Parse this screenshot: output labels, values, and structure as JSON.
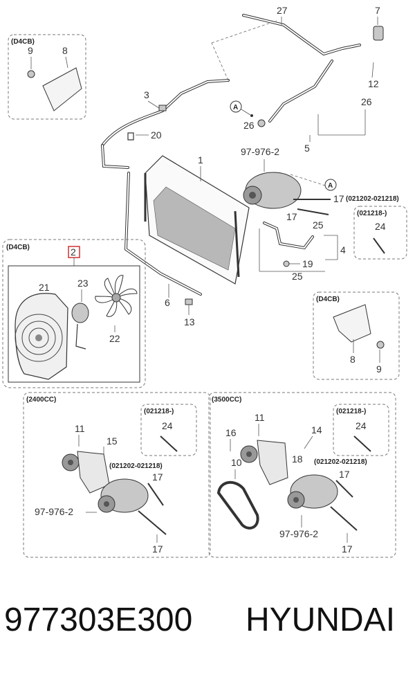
{
  "callouts": {
    "c1": "1",
    "c2": "2",
    "c3": "3",
    "c4": "4",
    "c5": "5",
    "c6": "6",
    "c7": "7",
    "c8": "8",
    "c9": "9",
    "c10": "10",
    "c11": "11",
    "c12": "12",
    "c13": "13",
    "c14": "14",
    "c15": "15",
    "c16": "16",
    "c17": "17",
    "c18": "18",
    "c19": "19",
    "c20": "20",
    "c21": "21",
    "c22": "22",
    "c23": "23",
    "c24": "24",
    "c25": "25",
    "c26": "26",
    "c27": "27"
  },
  "ref_compressor": "97-976-2",
  "ref_a": "A",
  "boxes": {
    "d4cb": "(D4CB)",
    "cc2400": "(2400CC)",
    "cc3500": "(3500CC)",
    "range_021202_021218": "(021202-021218)",
    "range_021218": "(021218-)"
  },
  "highlight_color": "#d03030",
  "footer": {
    "part_number": "977303E300",
    "brand": "HYUNDAI"
  }
}
